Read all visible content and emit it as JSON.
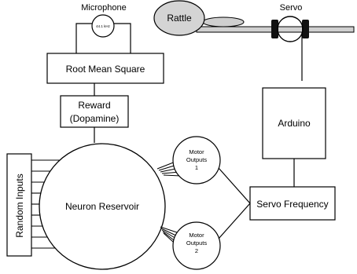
{
  "microphone": {
    "label": "Microphone",
    "frequency": "44.1 kHz"
  },
  "rattle": {
    "label": "Rattle"
  },
  "servo": {
    "label": "Servo"
  },
  "rms": {
    "label": "Root Mean Square"
  },
  "reward": {
    "line1": "Reward",
    "line2": "(Dopamine)"
  },
  "arduino": {
    "label": "Arduino"
  },
  "random_inputs": {
    "label": "Random Inputs"
  },
  "reservoir": {
    "label": "Neuron Reservoir"
  },
  "motor1": {
    "line1": "Motor",
    "line2": "Outputs",
    "line3": "1"
  },
  "motor2": {
    "line1": "Motor",
    "line2": "Outputs",
    "line3": "2"
  },
  "servo_frequency": {
    "label": "Servo Frequency"
  }
}
